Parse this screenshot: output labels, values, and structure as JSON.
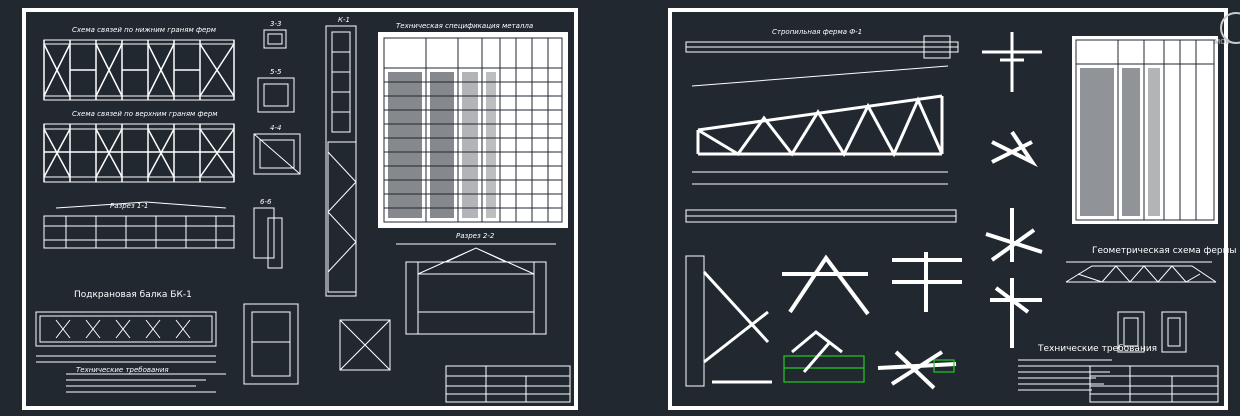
{
  "sheet1": {
    "labels": {
      "top_frame_scheme": "Схема связей по нижним граням ферм",
      "bottom_frame_scheme": "Схема связей по верхним граням ферм",
      "section_3_3": "3-3",
      "section_5_5": "5-5",
      "section_4_4": "4-4",
      "section_6_6": "6-6",
      "column_k1": "К-1",
      "spec_title": "Техническая спецификация металла",
      "cut_1_1": "Разрез 1-1",
      "cut_2_2": "Разрез 2-2",
      "crane_beam": "Подкрановая балка БК-1",
      "tech_req": "Технические требования"
    }
  },
  "sheet2": {
    "labels": {
      "truss_title": "Стропильная ферма Ф-1",
      "geometry_title": "Геометрическая схема фермы",
      "tech_req": "Технические требования"
    }
  },
  "widget": {
    "text": "мок"
  },
  "colors": {
    "background": "#212830",
    "line": "#ffffff",
    "accent": "#22cc22"
  }
}
